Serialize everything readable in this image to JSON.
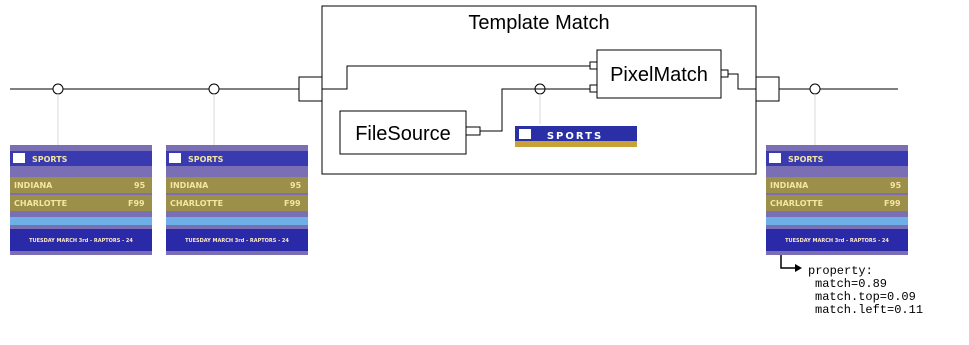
{
  "pipeline": {
    "group_title": "Template Match",
    "nodes": {
      "pixel_match": "PixelMatch",
      "file_source": "FileSource"
    },
    "template_logo_text": "SPORTS"
  },
  "frames": [
    {
      "header": "SPORTS",
      "row1_team": "INDIANA",
      "row1_score": "95",
      "row2_team": "CHARLOTTE",
      "row2_score": "F99",
      "ticker": "TUESDAY MARCH 3rd - RAPTORS - 24"
    },
    {
      "header": "SPORTS",
      "row1_team": "INDIANA",
      "row1_score": "95",
      "row2_team": "CHARLOTTE",
      "row2_score": "F99",
      "ticker": "TUESDAY MARCH 3rd - RAPTORS - 24"
    },
    {
      "header": "SPORTS",
      "row1_team": "INDIANA",
      "row1_score": "95",
      "row2_team": "CHARLOTTE",
      "row2_score": "F99",
      "ticker": "TUESDAY MARCH 3rd - RAPTORS - 24"
    }
  ],
  "output": {
    "property_label": "property:",
    "lines": [
      "match=0.89",
      "match.top=0.09",
      "match.left=0.11"
    ]
  },
  "colors": {
    "line": "#000000",
    "frame_bg": "#7a6fb5",
    "frame_header": "#3a3ab0",
    "frame_band": "#9c8f4a",
    "ticker_bg": "#2a2aa8"
  }
}
